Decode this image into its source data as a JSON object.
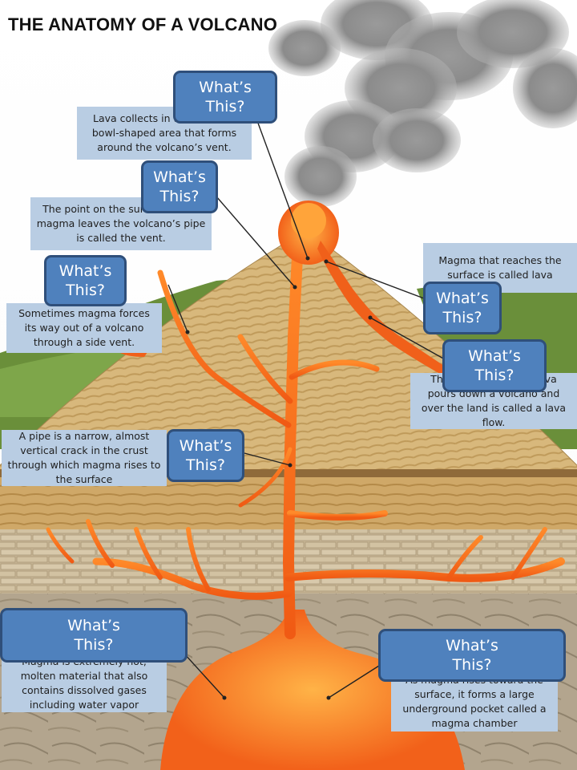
{
  "title": "THE ANATOMY OF A VOLCANO",
  "button_label": "What’s\nThis?",
  "labels": [
    {
      "id": "crater",
      "text": "Lava collects in the crater, a bowl-shaped area that forms around the volcano’s vent."
    },
    {
      "id": "vent",
      "text": "The point on the surface where magma leaves the volcano’s pipe is called the vent."
    },
    {
      "id": "side_vent",
      "text": "Sometimes magma forces its way out of a volcano through a side vent."
    },
    {
      "id": "lava",
      "text": "Magma that reaches the surface is called lava"
    },
    {
      "id": "lava_flow",
      "text": "The area covered as lava pours down a volcano and over the land is called a lava flow."
    },
    {
      "id": "pipe",
      "text": "A pipe is a narrow, almost vertical crack in the crust through which magma rises to the surface"
    },
    {
      "id": "magma",
      "text": "Magma is extremely hot, molten material that also contains dissolved gases including water vapor"
    },
    {
      "id": "magma_chamber",
      "text": "As magma rises toward the surface, it forms a large underground pocket called a magma chamber"
    }
  ],
  "colors": {
    "button_fill": "#4f81bd",
    "button_border": "#2f4f7a",
    "label_fill": "#b9cde3",
    "magma": "#f26a1b",
    "volcano": "#d9b77a",
    "smoke": "#8a8a8a"
  }
}
